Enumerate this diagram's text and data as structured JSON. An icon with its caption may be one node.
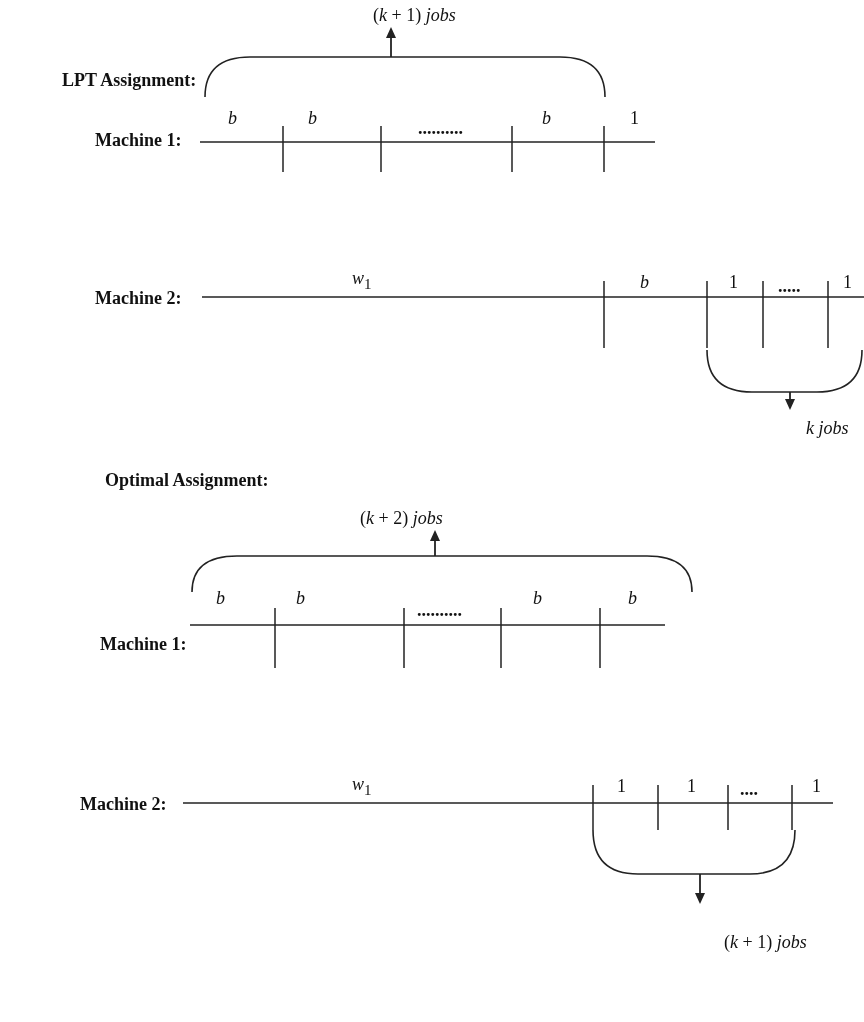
{
  "diagram": {
    "labels": [
      "(*k* + 1) *jobs*",
      "LPT Assignment:",
      "Machine 1:",
      "b",
      "b",
      "..........",
      "b",
      "1",
      "Machine 2:",
      "*w*$_{1}$",
      "b",
      "1",
      ".....",
      "1",
      "*k jobs*",
      "Optimal Assignment:",
      "(*k* + 2) *jobs*",
      "Machine 1:",
      "b",
      "b",
      "..........",
      "b",
      "b",
      "Machine 2:",
      "*w*$_{1}$",
      "1",
      "1",
      "....",
      "1",
      "(*k* + 1) *jobs*"
    ]
  }
}
